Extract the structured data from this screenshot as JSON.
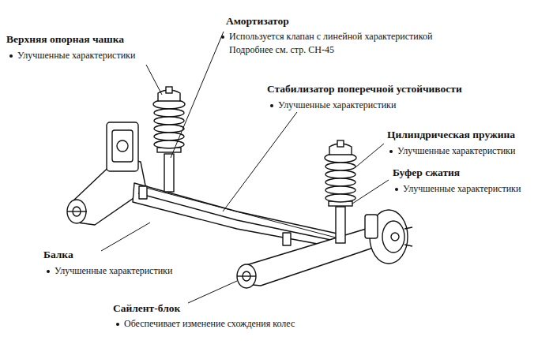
{
  "diagram": {
    "labels": [
      "Верхняя опорная чашка",
      "Улучшенные характеристики",
      "Амортизатор",
      "Используется клапан с линейной характеристикой",
      "Подробнее см. стр. CH-45",
      "Стабилизатор поперечной устойчивости",
      "Улучшенные характеристики",
      "Цилиндрическая пружина",
      "Улучшенные характеристики",
      "Буфер сжатия",
      "Улучшенные характеристики",
      "Балка",
      "Улучшенные характеристики",
      "Сайлент-блок",
      "Обеспечивает изменение схождения колес"
    ]
  }
}
